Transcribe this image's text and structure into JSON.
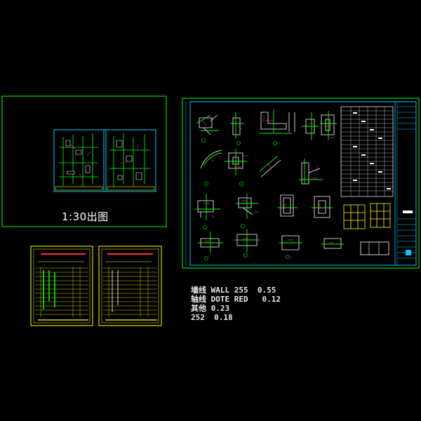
{
  "viewer": {
    "scale_label": "1:30出图"
  },
  "legend": {
    "lines": [
      "墙线 WALL 255  0.55",
      "轴线 DOTE RED   0.12",
      "其他 0.23",
      "252  0.18"
    ]
  },
  "colors": {
    "background": "#000000",
    "frame_green": "#00ff00",
    "frame_cyan": "#00c8ff",
    "frame_yellow": "#ffff00",
    "drawing_white": "#ffffff",
    "drawing_red": "#ff3030",
    "drawing_magenta": "#ff00ff"
  }
}
